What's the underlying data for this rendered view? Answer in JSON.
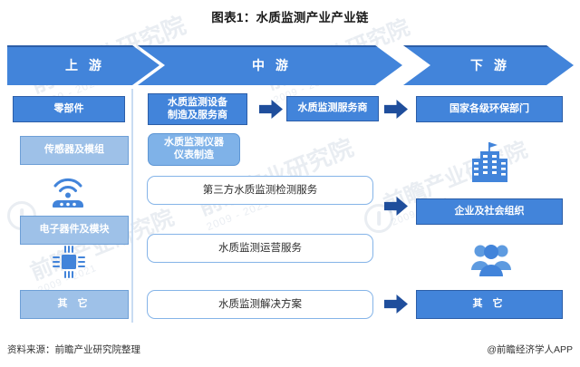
{
  "title": "图表1：水质监测产业产业链",
  "stages": [
    {
      "name": "upstream",
      "label": "上 游"
    },
    {
      "name": "midstream",
      "label": "中 游"
    },
    {
      "name": "downstream",
      "label": "下 游"
    }
  ],
  "upstream": {
    "header_box": "零部件",
    "items": [
      {
        "label": "传感器及模组"
      },
      {
        "label": "电子器件及模块"
      },
      {
        "label": "其 它"
      }
    ],
    "icons": [
      "wifi-router-icon",
      "microchip-icon"
    ]
  },
  "midstream": {
    "header_box": "水质监测设备\n制造及服务商",
    "header_box_line1": "水质监测设备",
    "header_box_line2": "制造及服务商",
    "service_box": "水质监测服务商",
    "instrument_box_line1": "水质监测仪器",
    "instrument_box_line2": "仪表制造",
    "items": [
      {
        "label": "第三方水质监测检测服务"
      },
      {
        "label": "水质监测运营服务"
      },
      {
        "label": "水质监测解决方案"
      }
    ]
  },
  "downstream": {
    "items": [
      {
        "label": "国家各级环保部门"
      },
      {
        "label": "企业及社会组织"
      },
      {
        "label": "其 它"
      }
    ],
    "icons": [
      "building-icon",
      "people-group-icon"
    ]
  },
  "footer": {
    "source": "资料来源：前瞻产业研究院整理",
    "credit": "@前瞻经济学人APP"
  },
  "watermark": {
    "text": "前瞻产业研究院",
    "sub": "2009 - 2021"
  },
  "colors": {
    "primary": "#4284DA",
    "primary_border": "#2C5EA8",
    "light": "#9EC1E8",
    "mid": "#7FB2E8",
    "outline_border": "#85B4E8",
    "arrow_dark": "#1F4E9C",
    "divider": "#C9DCF2"
  }
}
